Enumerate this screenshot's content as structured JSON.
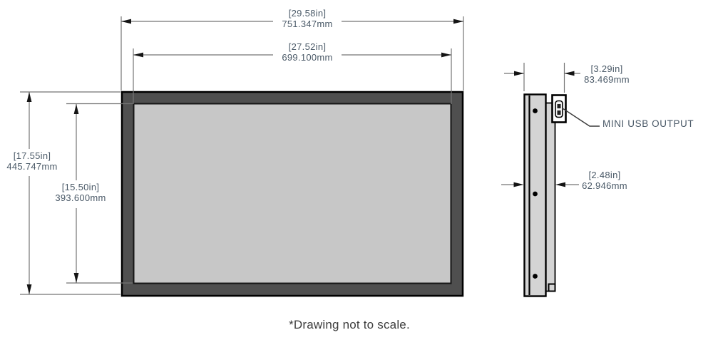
{
  "drawing": {
    "note": "*Drawing not to scale.",
    "mini_usb_label": "MINI USB OUTPUT",
    "dimensions": {
      "outer_width": {
        "inches": "[29.58in]",
        "mm": "751.347mm"
      },
      "screen_width": {
        "inches": "[27.52in]",
        "mm": "699.100mm"
      },
      "outer_height": {
        "inches": "[17.55in]",
        "mm": "445.747mm"
      },
      "screen_height": {
        "inches": "[15.50in]",
        "mm": "393.600mm"
      },
      "depth_total": {
        "inches": "[3.29in]",
        "mm": "83.469mm"
      },
      "depth_body": {
        "inches": "[2.48in]",
        "mm": "62.946mm"
      }
    },
    "colors": {
      "bezel": "#4f4f4f",
      "screen": "#c7c7c7",
      "side_body": "#d4d4d4",
      "dim_text": "#4b5a68",
      "line_gray": "#757575",
      "ink": "#141414",
      "note_text": "#3d3d3d"
    }
  }
}
